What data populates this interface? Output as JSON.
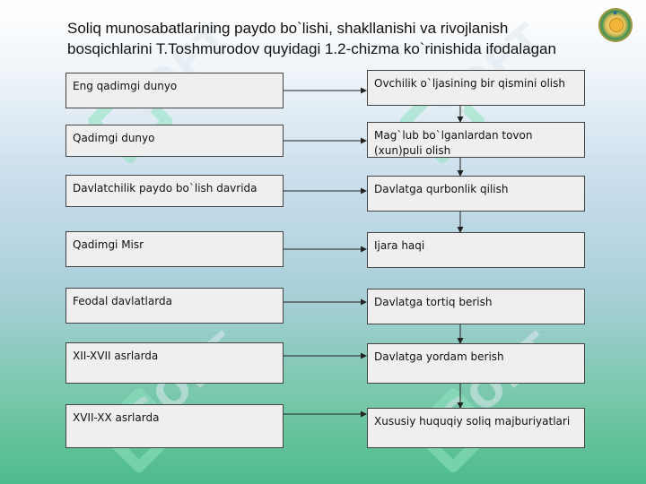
{
  "header": {
    "title": "Soliq munosabatlarining paydo bo`lishi, shakllanishi va rivojlanish bosqichlarini T.Toshmurodov quyidagi 1.2-chizma ko`rinishida ifodalagan"
  },
  "periods": [
    "Eng qadimgi dunyo",
    "Qadimgi dunyo",
    "Davlatchilik paydo bo`lish davrida",
    "Qadimgi Misr",
    "Feodal davlatlarda",
    "XII-XVII asrlarda",
    "XVII-XX asrlarda"
  ],
  "forms": [
    "Ovchilik o`ljasining bir qismini olish",
    "Mag`lub bo`lganlardan tovon (xun)puli olish",
    "Davlatga qurbonlik qilish",
    "Ijara haqi",
    "Davlatga tortiq berish",
    "Davlatga yordam berish",
    "Xususiy huquqiy soliq majburiyatlari"
  ],
  "watermark": {
    "text": "SOFT",
    "color": "#8fe3c0"
  },
  "colors": {
    "box_fill": "#efefef",
    "box_border": "#444444",
    "connector": "#222222"
  }
}
